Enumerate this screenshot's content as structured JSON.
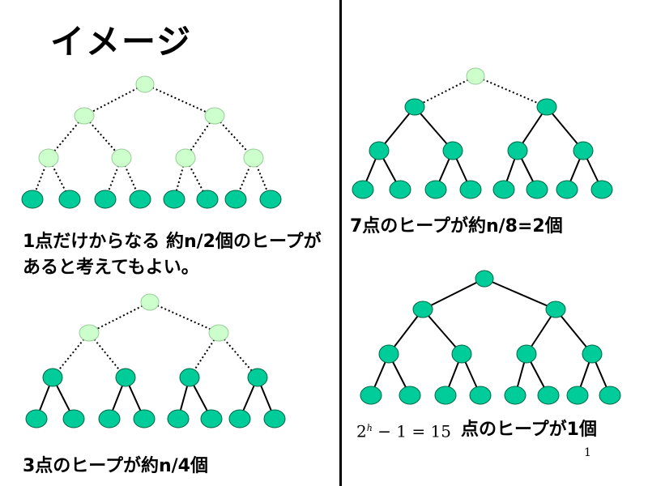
{
  "title": "イメージ",
  "captions": {
    "top_left": "1点だけからなる 約n/2個のヒープがあると考えてもよい。",
    "bottom_left": "3点のヒープが約n/4個",
    "top_right": "7点のヒープが約n/8=2個",
    "bottom_right_formula": "2ʰ −1 = 15",
    "bottom_right": "点のヒープが1個"
  },
  "formula_parts": {
    "base": "2",
    "exp": "h",
    "rest": "− 1 = 15"
  },
  "page_number": "1",
  "colors": {
    "heap_node": "#00cc99",
    "heap_node_stroke": "#006644",
    "pending_node": "#ccffcc",
    "pending_node_stroke": "#99cc99",
    "edge": "#000000"
  },
  "diagrams": [
    {
      "id": "tree-1-point-heaps",
      "heap_levels_from_bottom": 1
    },
    {
      "id": "tree-3-point-heaps",
      "heap_levels_from_bottom": 2
    },
    {
      "id": "tree-7-point-heaps",
      "heap_levels_from_bottom": 3
    },
    {
      "id": "tree-15-point-heap",
      "heap_levels_from_bottom": 4
    }
  ]
}
